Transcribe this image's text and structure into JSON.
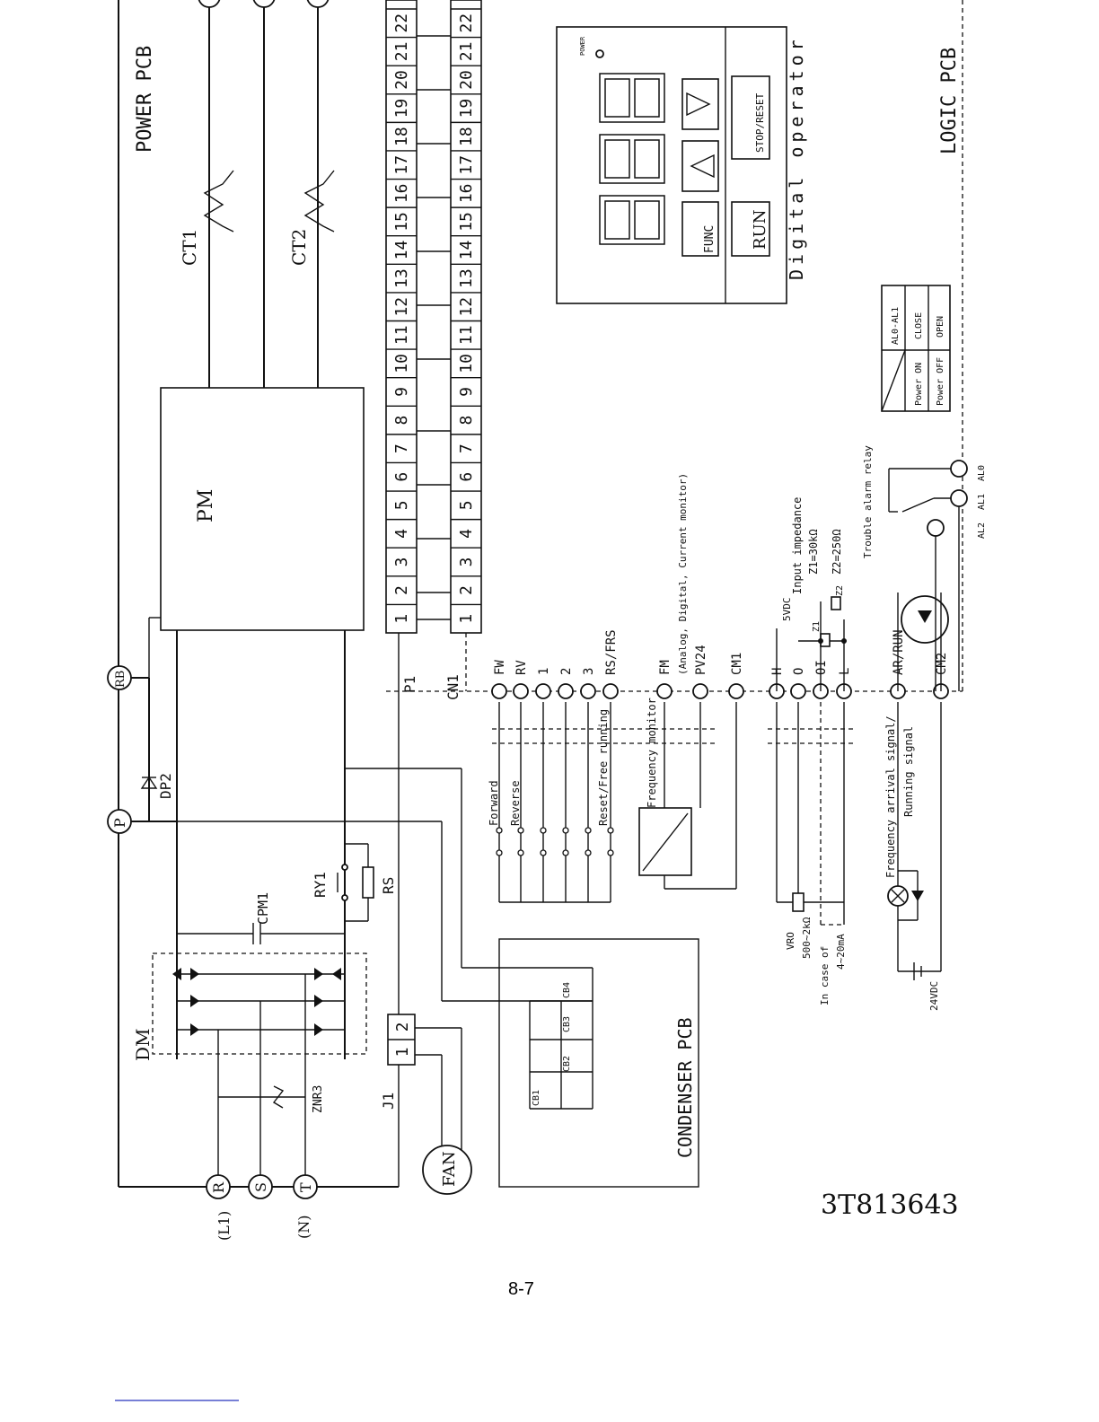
{
  "labels": {
    "power_pcb": "POWER PCB",
    "logic_pcb": "LOGIC PCB",
    "condenser_pcb": "CONDENSER PCB",
    "digital_operator": "Digital operator",
    "pm": "PM",
    "ct1": "CT1",
    "ct2": "CT2",
    "dm": "DM",
    "dp2": "DP2",
    "cpm1": "CPM1",
    "ry1": "RY1",
    "rs": "RS",
    "znr3": "ZNR3",
    "p1": "P1",
    "cn1": "CN1",
    "j1": "J1",
    "fan": "FAN",
    "p_term": "P",
    "rb_term": "RB",
    "r_term": "R",
    "s_term": "S",
    "t_term": "T",
    "l1": "(L1)",
    "n": "(N)",
    "power_led": "POWER",
    "func_btn": "FUNC",
    "run_btn": "RUN",
    "stop_btn": "STOP/RESET",
    "doc_number": "3T813643",
    "page_number": "8-7",
    "capacitors": [
      "CB1",
      "CB2",
      "CB3",
      "CB4"
    ],
    "j1_pins": [
      "1",
      "2"
    ]
  },
  "terminals": {
    "cn1_labels": [
      "FW",
      "RV",
      "1",
      "2",
      "3",
      "RS/FRS",
      "FM",
      "PV24",
      "CM1",
      "H",
      "O",
      "OI",
      "L",
      "AR/RUN",
      "CM2"
    ],
    "fm_desc": "(Analog, Digital, Current monitor)",
    "h_note": "5VDC",
    "alarm_terms": [
      "AL2",
      "AL1",
      "AL0"
    ]
  },
  "switch_labels": [
    "Forward",
    "Reverse",
    "Reset/Free running"
  ],
  "notes": {
    "freq_monitor": "Frequency monitor",
    "input_impedance": "Input impedance",
    "z1": "Z1=30kΩ",
    "z2": "Z2=250Ω",
    "z1_tag": "Z1",
    "z2_tag": "Z2",
    "vro": "VRO",
    "vro_range": "500~2kΩ",
    "case_4_20": "In case of",
    "case_4_20b": "4~20mA",
    "freq_arrival": "Frequency arrival signal/",
    "running_signal": "Running signal",
    "vdc24": "24VDC",
    "trouble_relay": "Trouble alarm relay"
  },
  "alarm_table": {
    "header": "AL0-AL1",
    "rows": [
      {
        "state": "Power ON",
        "value": "CLOSE"
      },
      {
        "state": "Power OFF",
        "value": "OPEN"
      }
    ]
  },
  "connector_pins": [
    "1",
    "2",
    "3",
    "4",
    "5",
    "6",
    "7",
    "8",
    "9",
    "10",
    "11",
    "12",
    "13",
    "14",
    "15",
    "16",
    "17",
    "18",
    "19",
    "20",
    "21",
    "22"
  ]
}
